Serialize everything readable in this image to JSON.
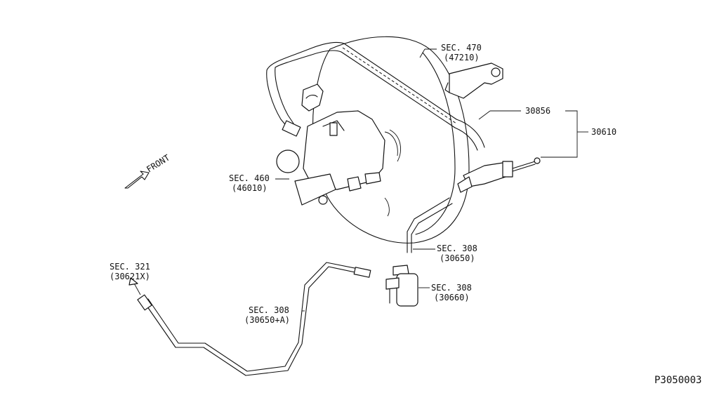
{
  "diagram": {
    "front_label": "FRONT",
    "figure_code": "P3050003",
    "callouts": [
      {
        "id": "sec470",
        "line1": "SEC. 470",
        "line2": "(47210)"
      },
      {
        "id": "p30856",
        "line1": "30856",
        "line2": ""
      },
      {
        "id": "p30610",
        "line1": "30610",
        "line2": ""
      },
      {
        "id": "sec460",
        "line1": "SEC. 460",
        "line2": "(46010)"
      },
      {
        "id": "sec308a",
        "line1": "SEC. 308",
        "line2": "(30650)"
      },
      {
        "id": "sec321",
        "line1": "SEC. 321",
        "line2": "(30621X)"
      },
      {
        "id": "sec308b",
        "line1": "SEC. 308",
        "line2": "(30660)"
      },
      {
        "id": "sec308c",
        "line1": "SEC. 308",
        "line2": "(30650+A)"
      }
    ]
  }
}
